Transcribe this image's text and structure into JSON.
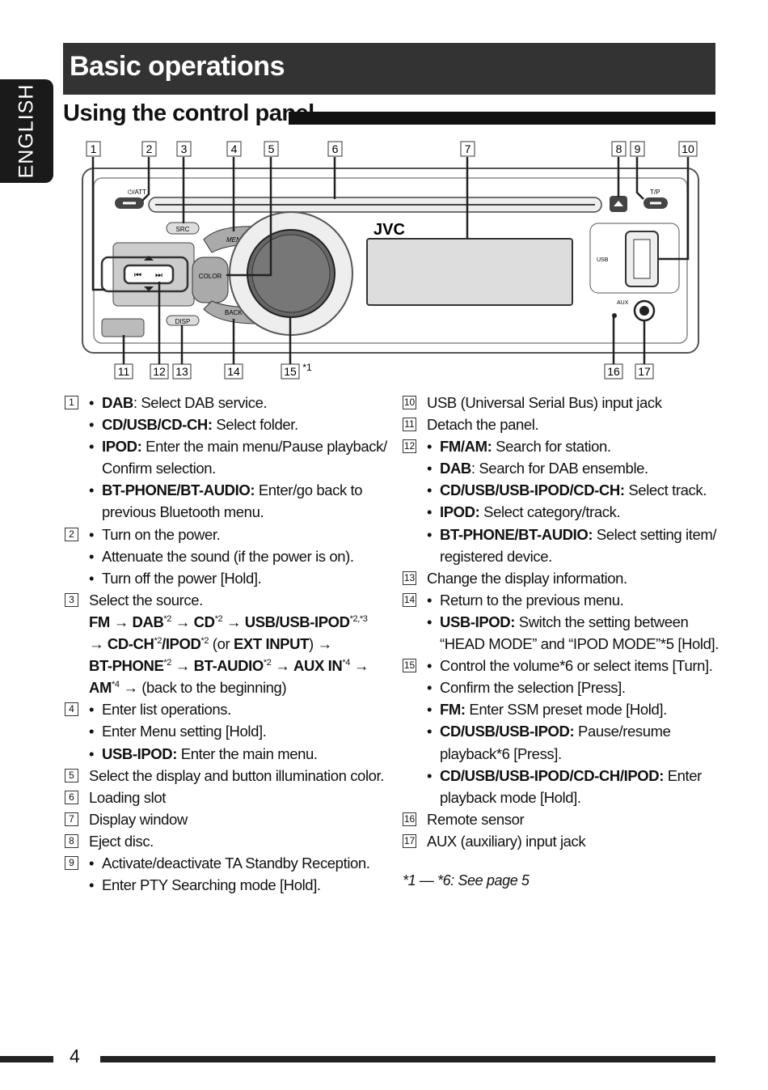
{
  "language_tab": "ENGLISH",
  "title": "Basic operations",
  "subtitle": "Using the control panel",
  "diagram": {
    "callouts_top": [
      "1",
      "2",
      "3",
      "4",
      "5",
      "6",
      "7",
      "8",
      "9",
      "10"
    ],
    "callouts_bottom": [
      "11",
      "12",
      "13",
      "14",
      "15",
      "16",
      "17"
    ],
    "callout_15_note": "*1",
    "brand": "JVC",
    "labels": {
      "power": "⏻/ATT",
      "src": "SRC",
      "menu": "MENU",
      "color": "COLOR",
      "back": "BACK",
      "disp": "DISP",
      "tp": "T/P",
      "usb": "USB",
      "aux": "AUX"
    }
  },
  "left_entries": [
    {
      "num": "1",
      "bullets": [
        {
          "bold": "DAB",
          "text": ": Select DAB service."
        },
        {
          "bold": "CD/USB/CD-CH:",
          "text": " Select folder."
        },
        {
          "bold": "IPOD:",
          "text": " Enter the main menu/Pause playback/ Confirm selection."
        },
        {
          "bold": "BT-PHONE/BT-AUDIO:",
          "text": " Enter/go back to previous Bluetooth menu."
        }
      ]
    },
    {
      "num": "2",
      "bullets": [
        {
          "text": "Turn on the power."
        },
        {
          "text": "Attenuate the sound (if the power is on)."
        },
        {
          "text": "Turn off the power [Hold]."
        }
      ]
    },
    {
      "num": "3",
      "text": "Select the source."
    },
    {
      "num": "4",
      "bullets": [
        {
          "text": "Enter list operations."
        },
        {
          "text": "Enter Menu setting [Hold]."
        },
        {
          "bold": "USB-IPOD:",
          "text": " Enter the main menu."
        }
      ]
    },
    {
      "num": "5",
      "text": "Select the display and button illumination color."
    },
    {
      "num": "6",
      "text": "Loading slot"
    },
    {
      "num": "7",
      "text": "Display window"
    },
    {
      "num": "8",
      "text": "Eject disc."
    },
    {
      "num": "9",
      "bullets": [
        {
          "text": "Activate/deactivate TA Standby Reception."
        },
        {
          "text": "Enter PTY Searching mode [Hold]."
        }
      ]
    }
  ],
  "source_sequence": {
    "fm": "FM",
    "dab": "DAB",
    "cd": "CD",
    "usb": "USB/USB-IPOD",
    "cdch": "CD-CH",
    "ipod": "/IPOD",
    "or_open": " (or ",
    "ext": "EXT INPUT",
    "or_close": ")",
    "btphone": "BT-PHONE",
    "btaudio": "BT-AUDIO",
    "auxin": "AUX IN",
    "am": "AM",
    "back": " (back to the beginning)",
    "sup2": "*2",
    "sup23": "*2,*3",
    "sup4": "*4"
  },
  "right_entries": [
    {
      "num": "10",
      "text": "USB (Universal Serial Bus) input jack"
    },
    {
      "num": "11",
      "text": "Detach the panel."
    },
    {
      "num": "12",
      "bullets": [
        {
          "bold": "FM/AM:",
          "text": " Search for station."
        },
        {
          "bold": "DAB",
          "text": ": Search for DAB ensemble."
        },
        {
          "bold": "CD/USB/USB-IPOD/CD-CH:",
          "text": " Select track."
        },
        {
          "bold": "IPOD:",
          "text": " Select category/track."
        },
        {
          "bold": "BT-PHONE/BT-AUDIO:",
          "text": " Select setting item/ registered device."
        }
      ]
    },
    {
      "num": "13",
      "text": "Change the display information."
    },
    {
      "num": "14",
      "bullets": [
        {
          "text": "Return to the previous menu."
        },
        {
          "bold": "USB-IPOD:",
          "text": " Switch the setting between “HEAD MODE” and “IPOD MODE”*5 [Hold]."
        }
      ]
    },
    {
      "num": "15",
      "bullets": [
        {
          "text": "Control the volume*6 or select items [Turn]."
        },
        {
          "text": "Confirm the selection [Press]."
        },
        {
          "bold": "FM:",
          "text": " Enter SSM preset mode [Hold]."
        },
        {
          "bold": "CD/USB/USB-IPOD:",
          "text": " Pause/resume playback*6 [Press]."
        },
        {
          "bold": "CD/USB/USB-IPOD/CD-CH/IPOD:",
          "text": " Enter playback mode [Hold]."
        }
      ]
    },
    {
      "num": "16",
      "text": "Remote sensor"
    },
    {
      "num": "17",
      "text": "AUX (auxiliary) input jack"
    }
  ],
  "footnote": "*1 — *6: See page 5",
  "page_number": "4"
}
